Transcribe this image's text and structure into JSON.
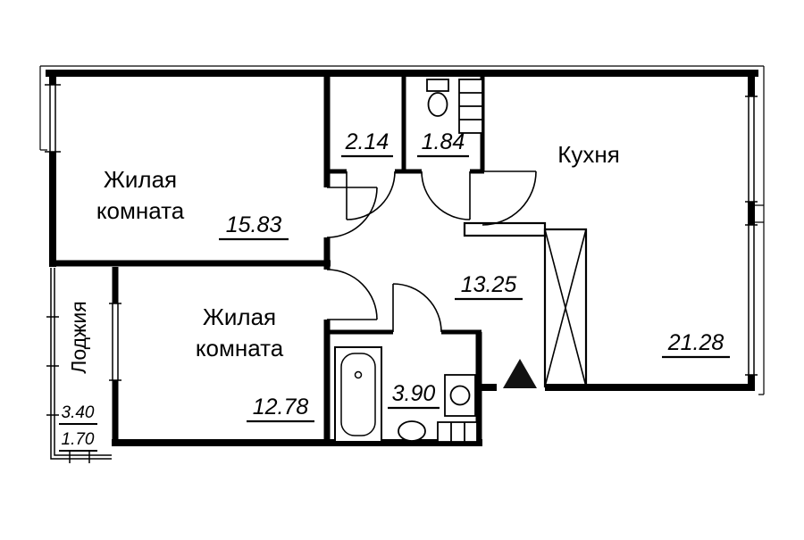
{
  "plan": {
    "rooms": {
      "living_top": {
        "label_line1": "Жилая",
        "label_line2": "комната",
        "area": "15.83"
      },
      "living_bottom": {
        "label_line1": "Жилая",
        "label_line2": "комната",
        "area": "12.78"
      },
      "kitchen": {
        "label": "Кухня",
        "area": "21.28"
      },
      "hallway": {
        "area": "13.25"
      },
      "corridor": {
        "area": "2.14"
      },
      "wc": {
        "area": "1.84"
      },
      "bathroom": {
        "area": "3.90"
      },
      "loggia": {
        "label": "Лоджия",
        "area_total": "3.40",
        "area_counted": "1.70"
      }
    },
    "colors": {
      "wall": "#000000",
      "background": "#ffffff",
      "entrance_marker": "#111111"
    }
  }
}
